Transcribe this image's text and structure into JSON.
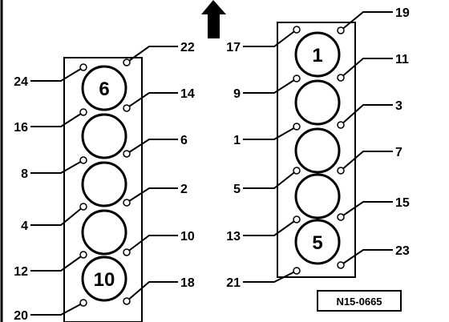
{
  "figure": {
    "reference_code": "N15-0665",
    "direction_arrow": "arrow-up-icon"
  },
  "banks": [
    {
      "name": "left",
      "cylinders": [
        {
          "label": "6"
        },
        {
          "label": ""
        },
        {
          "label": ""
        },
        {
          "label": ""
        },
        {
          "label": "10"
        }
      ],
      "bolts": [
        {
          "label": "24",
          "side": "left"
        },
        {
          "label": "16",
          "side": "left"
        },
        {
          "label": "8",
          "side": "left"
        },
        {
          "label": "4",
          "side": "left"
        },
        {
          "label": "12",
          "side": "left"
        },
        {
          "label": "20",
          "side": "left"
        },
        {
          "label": "22",
          "side": "right"
        },
        {
          "label": "14",
          "side": "right"
        },
        {
          "label": "6",
          "side": "right"
        },
        {
          "label": "2",
          "side": "right"
        },
        {
          "label": "10",
          "side": "right"
        },
        {
          "label": "18",
          "side": "right"
        }
      ]
    },
    {
      "name": "right",
      "cylinders": [
        {
          "label": "1"
        },
        {
          "label": ""
        },
        {
          "label": ""
        },
        {
          "label": ""
        },
        {
          "label": "5"
        }
      ],
      "bolts": [
        {
          "label": "17",
          "side": "left"
        },
        {
          "label": "9",
          "side": "left"
        },
        {
          "label": "1",
          "side": "left"
        },
        {
          "label": "5",
          "side": "left"
        },
        {
          "label": "13",
          "side": "left"
        },
        {
          "label": "21",
          "side": "left"
        },
        {
          "label": "19",
          "side": "right"
        },
        {
          "label": "11",
          "side": "right"
        },
        {
          "label": "3",
          "side": "right"
        },
        {
          "label": "7",
          "side": "right"
        },
        {
          "label": "15",
          "side": "right"
        },
        {
          "label": "23",
          "side": "right"
        }
      ]
    }
  ]
}
